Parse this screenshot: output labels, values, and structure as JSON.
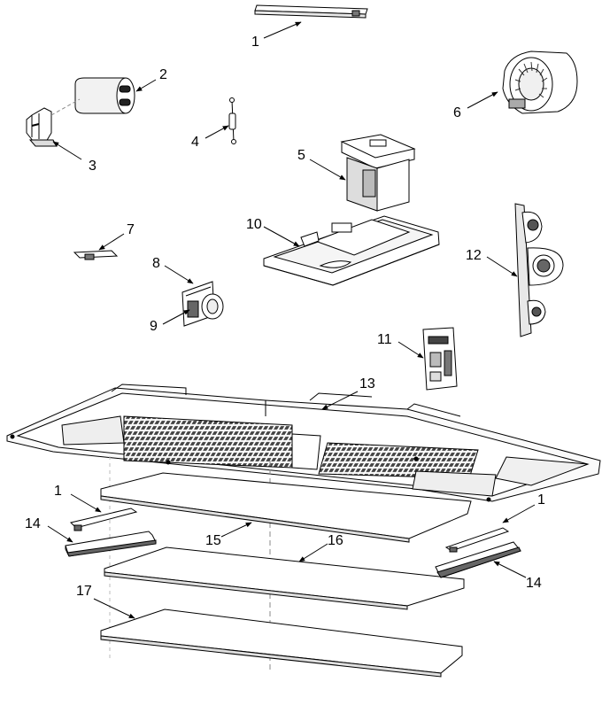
{
  "diagram": {
    "colors": {
      "line": "#000000",
      "part_fill": "#ffffff",
      "shade": "#d9d9d9",
      "dark": "#555555"
    },
    "callouts": [
      {
        "id": "c1a",
        "label": "1"
      },
      {
        "id": "c2",
        "label": "2"
      },
      {
        "id": "c3",
        "label": "3"
      },
      {
        "id": "c4",
        "label": "4"
      },
      {
        "id": "c5",
        "label": "5"
      },
      {
        "id": "c6",
        "label": "6"
      },
      {
        "id": "c7",
        "label": "7"
      },
      {
        "id": "c8",
        "label": "8"
      },
      {
        "id": "c9",
        "label": "9"
      },
      {
        "id": "c10",
        "label": "10"
      },
      {
        "id": "c11",
        "label": "11"
      },
      {
        "id": "c12",
        "label": "12"
      },
      {
        "id": "c13",
        "label": "13"
      },
      {
        "id": "c1b",
        "label": "1"
      },
      {
        "id": "c14a",
        "label": "14"
      },
      {
        "id": "c15",
        "label": "15"
      },
      {
        "id": "c16",
        "label": "16"
      },
      {
        "id": "c1c",
        "label": "1"
      },
      {
        "id": "c14b",
        "label": "14"
      },
      {
        "id": "c17",
        "label": "17"
      }
    ]
  }
}
